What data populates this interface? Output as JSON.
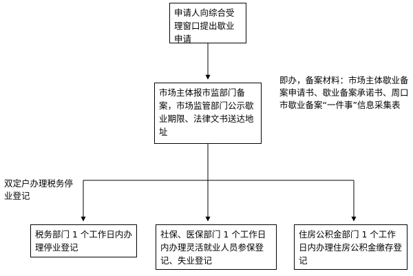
{
  "flow": {
    "step_apply": "申请人向综合受理窗口提出歇业申请",
    "step_market": "市场主体报市监部门备案，市场监管部门公示歇业期限、法律文书送达地址",
    "branch_tax": "税务部门 1 个工作日内办理停业登记",
    "branch_social": "社保、医保部门 1 个工作日内办理灵活就业人员参保登记、失业登记",
    "branch_housing": "住房公积金部门 1 个工作日内办理住房公积金缴存登记"
  },
  "notes": {
    "materials": "即办，备案材料：市场主体歇业备案申请书、歇业备案承诺书、周口市歇业备案“一件事”信息采集表",
    "dual_fixed": "双定户办理税务停业登记"
  }
}
